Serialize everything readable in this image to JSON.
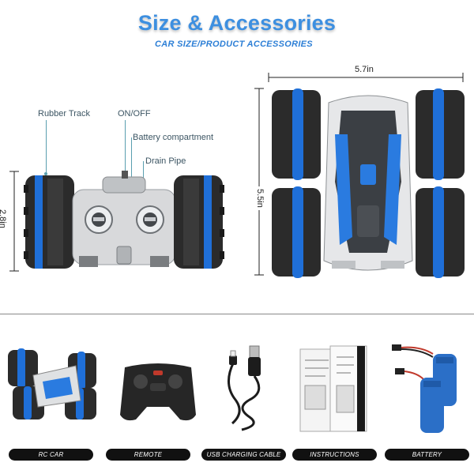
{
  "header": {
    "title": "Size & Accessories",
    "subtitle": "CAR SIZE/PRODUCT ACCESSORIES"
  },
  "callouts": {
    "rubber_track": "Rubber Track",
    "on_off": "ON/OFF",
    "battery_compartment": "Battery compartment",
    "drain_pipe": "Drain Pipe"
  },
  "dimensions": {
    "width": "5.7in",
    "length": "5.5in",
    "height": "2.8in"
  },
  "accessories": [
    {
      "label": "RC CAR"
    },
    {
      "label": "REMOTE"
    },
    {
      "label": "USB CHARGING CABLE"
    },
    {
      "label": "INSTRUCTIONS"
    },
    {
      "label": "BATTERY"
    }
  ],
  "colors": {
    "accent_blue": "#3d8fe0",
    "wheel_blue": "#1f6fd8",
    "tire_black": "#2b2b2b",
    "pill_black": "#111111"
  }
}
